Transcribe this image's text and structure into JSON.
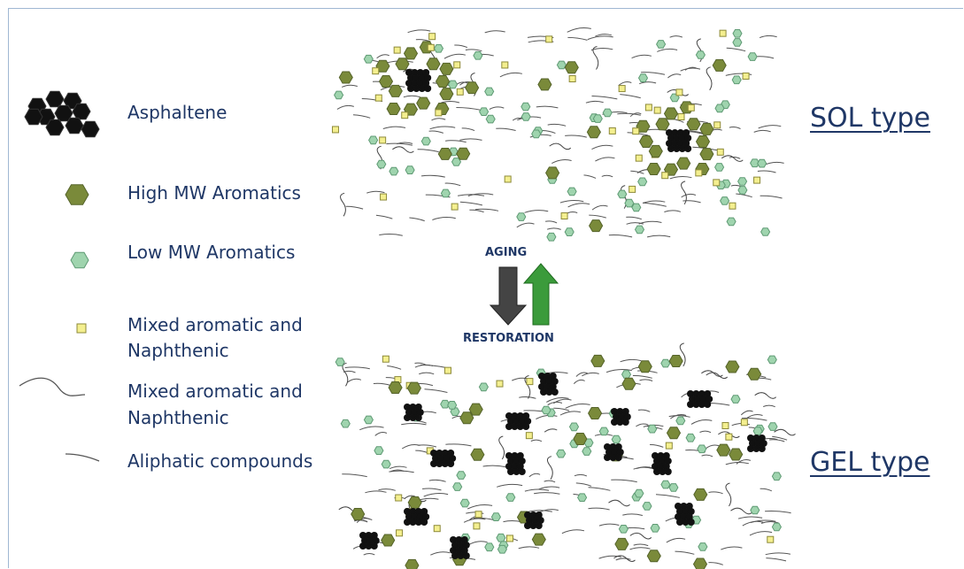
{
  "legend": {
    "asphaltene": "Asphaltene",
    "high_mw": "High MW Aromatics",
    "low_mw": "Low MW Aromatics",
    "mixed1_a": "Mixed aromatic and",
    "mixed1_b": "Naphthenic",
    "mixed2_a": "Mixed aromatic and",
    "mixed2_b": "Naphthenic",
    "aliphatic": "Aliphatic compounds"
  },
  "labels": {
    "sol": "SOL type",
    "gel": "GEL type",
    "aging": "AGING",
    "restoration": "RESTORATION"
  },
  "colors": {
    "text": "#1f3766",
    "asphaltene": "#111111",
    "high_mw": "#7a8a3a",
    "low_mw": "#9fd4ae",
    "mixed_square": "#f4ef8f",
    "aging_arrow": "#444444",
    "restoration_arrow": "#3b9b3b",
    "frame": "#9fb7d3"
  },
  "icons": {
    "asphaltene": "black-hexagon-cluster-icon",
    "high_mw": "olive-hexagon-icon",
    "low_mw": "light-green-hexagon-icon",
    "mixed_square": "yellow-square-icon",
    "mixed_curve": "curved-line-icon",
    "aliphatic": "straight-line-icon",
    "aging": "down-arrow-icon",
    "restoration": "up-arrow-icon"
  }
}
